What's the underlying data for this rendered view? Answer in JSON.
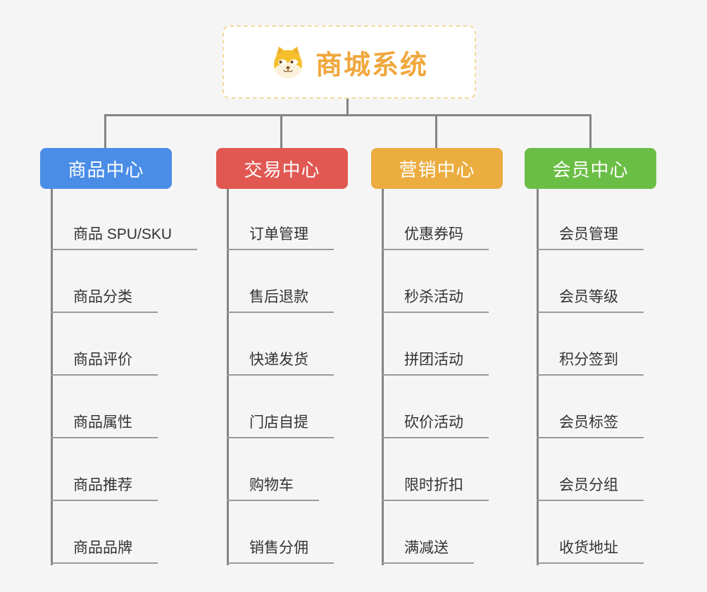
{
  "root": {
    "title": "商城系统",
    "icon": "dog-face-icon"
  },
  "branches": [
    {
      "label": "商品中心",
      "color": "#4a8de7",
      "items": [
        "商品 SPU/SKU",
        "商品分类",
        "商品评价",
        "商品属性",
        "商品推荐",
        "商品品牌"
      ]
    },
    {
      "label": "交易中心",
      "color": "#e15852",
      "items": [
        "订单管理",
        "售后退款",
        "快递发货",
        "门店自提",
        "购物车",
        "销售分佣"
      ]
    },
    {
      "label": "营销中心",
      "color": "#ebac40",
      "items": [
        "优惠券码",
        "秒杀活动",
        "拼团活动",
        "砍价活动",
        "限时折扣",
        "满减送"
      ]
    },
    {
      "label": "会员中心",
      "color": "#6bbe45",
      "items": [
        "会员管理",
        "会员等级",
        "积分签到",
        "会员标签",
        "会员分组",
        "收货地址"
      ]
    }
  ],
  "colors": {
    "background": "#f5f5f5",
    "connector": "#848484",
    "leaf_underline": "#9a9a9a",
    "root_accent": "#f0a73d",
    "root_border": "#f6d9a2"
  }
}
